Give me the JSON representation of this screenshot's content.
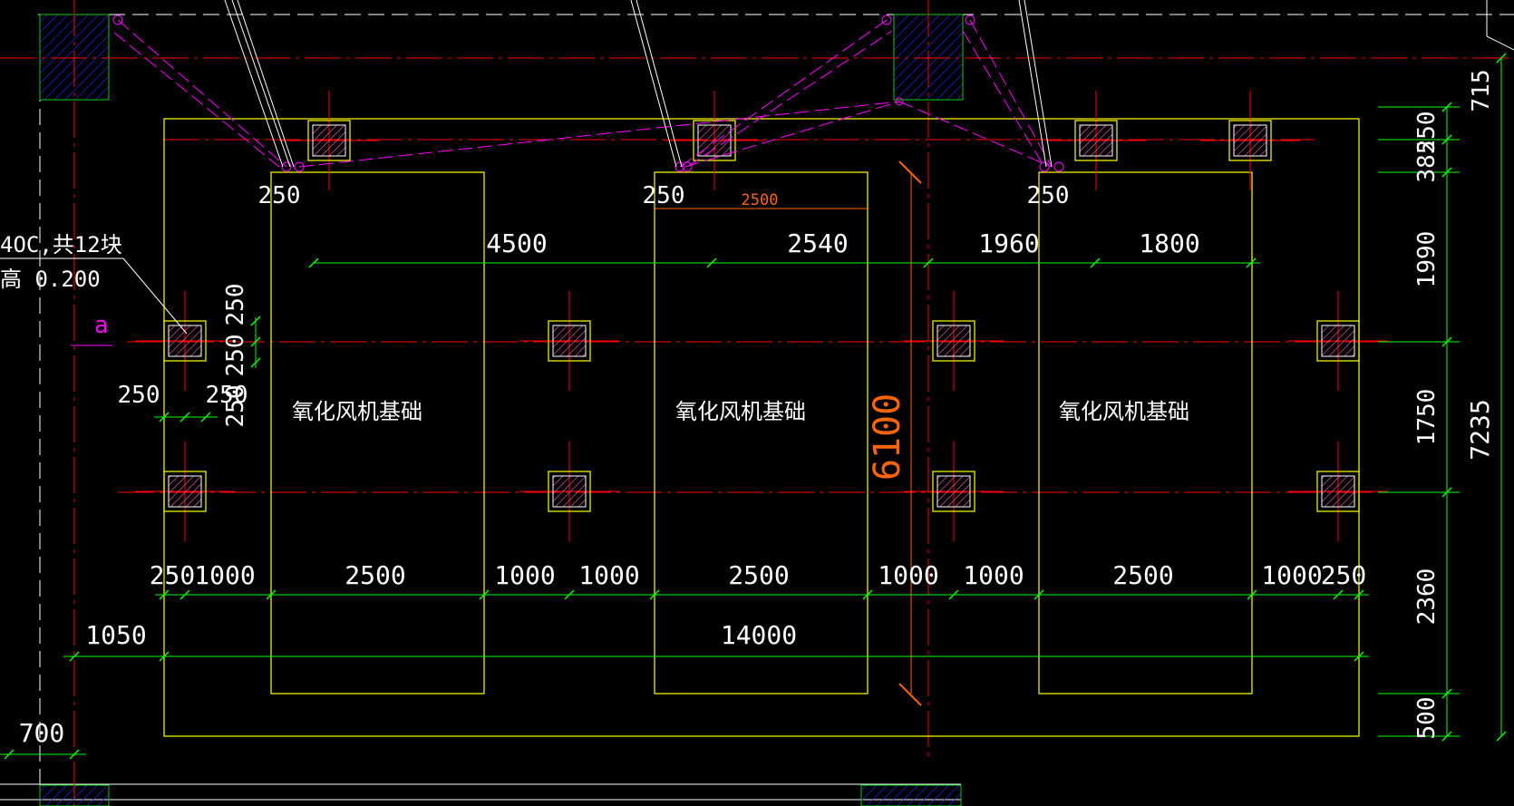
{
  "drawing": {
    "colors": {
      "background": "#000000",
      "axis": "#ff0000",
      "outline": "#ffff00",
      "dimension": "#00ff00",
      "text": "#ffffff",
      "column_hatch": "#ff66cc",
      "bracing": "#ff00ff",
      "dim_accent": "#ff6600",
      "wall_hatch": "#0000ff"
    },
    "foundation_labels": [
      "氧化风机基础",
      "氧化风机基础",
      "氧化风机基础"
    ],
    "leader_note": {
      "line1": "4OC,共12块",
      "line2": "高 0.200"
    },
    "axis_marker": "a",
    "dims_top_250": [
      "250",
      "250",
      "250"
    ],
    "dims_row2": [
      "4500",
      "2540",
      "1960",
      "1800"
    ],
    "dim_orange_short": "2500",
    "dim_orange_tall": "6100",
    "dims_left_vertical": [
      "250",
      "250",
      "250"
    ],
    "dims_left_horizontal": [
      "250",
      "250"
    ],
    "dims_bottom_row": [
      "250",
      "1000",
      "2500",
      "1000",
      "1000",
      "2500",
      "1000",
      "1000",
      "2500",
      "1000",
      "250"
    ],
    "dim_left_1050": "1050",
    "dim_total_14000": "14000",
    "dim_700": "700",
    "dims_right_chain": [
      "250",
      "385",
      "1990",
      "1750",
      "2360",
      "500"
    ],
    "dim_right_715": "715",
    "dim_right_total": "7235"
  }
}
